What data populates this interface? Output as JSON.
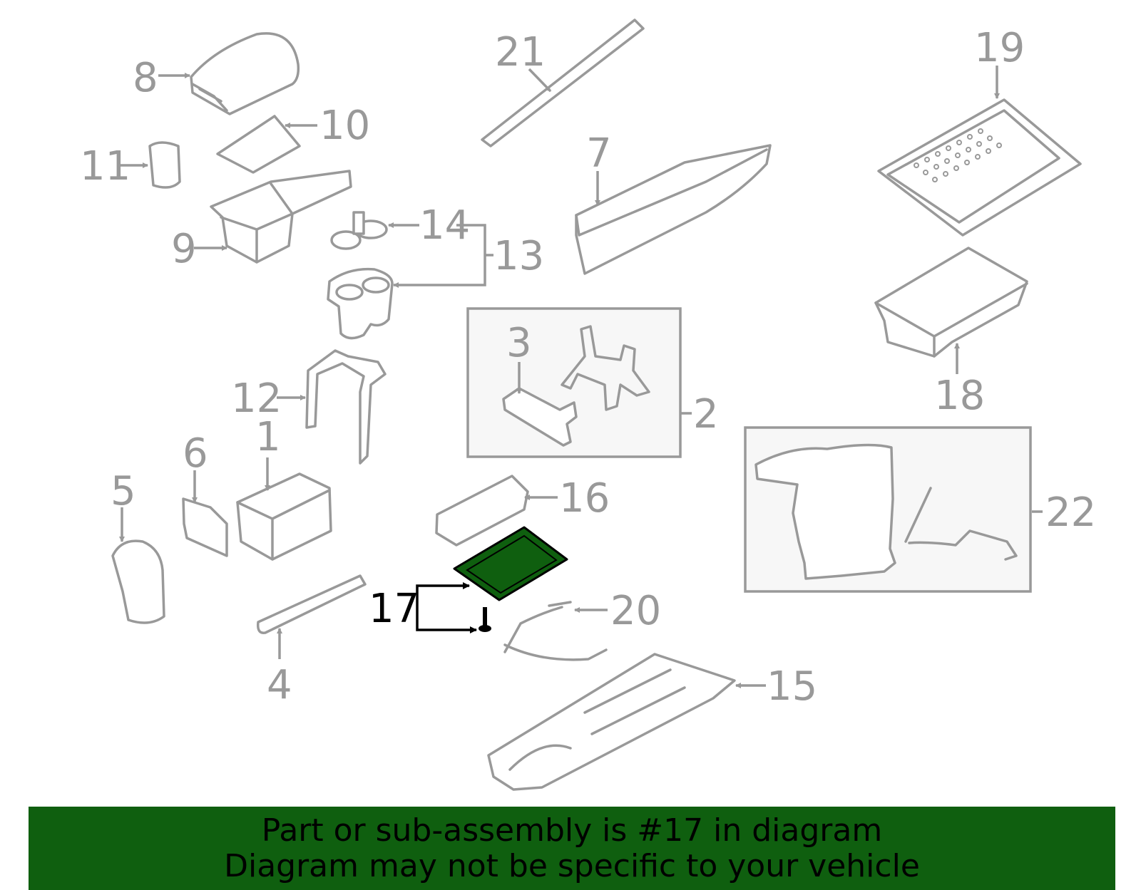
{
  "diagram": {
    "labels": {
      "p1": "1",
      "p2": "2",
      "p3": "3",
      "p4": "4",
      "p5": "5",
      "p6": "6",
      "p7": "7",
      "p8": "8",
      "p9": "9",
      "p10": "10",
      "p11": "11",
      "p12": "12",
      "p13": "13",
      "p14": "14",
      "p15": "15",
      "p16": "16",
      "p17": "17",
      "p18": "18",
      "p19": "19",
      "p20": "20",
      "p21": "21",
      "p22": "22"
    },
    "highlighted_part": "17",
    "colors": {
      "part_stroke": "#999999",
      "highlight_fill": "#0f5f0f",
      "highlight_label": "#000000",
      "banner": "#0f5f0f"
    }
  },
  "banner": {
    "line1": "Part or sub-assembly is #17 in diagram",
    "line2": "Diagram may not be specific to your vehicle"
  }
}
